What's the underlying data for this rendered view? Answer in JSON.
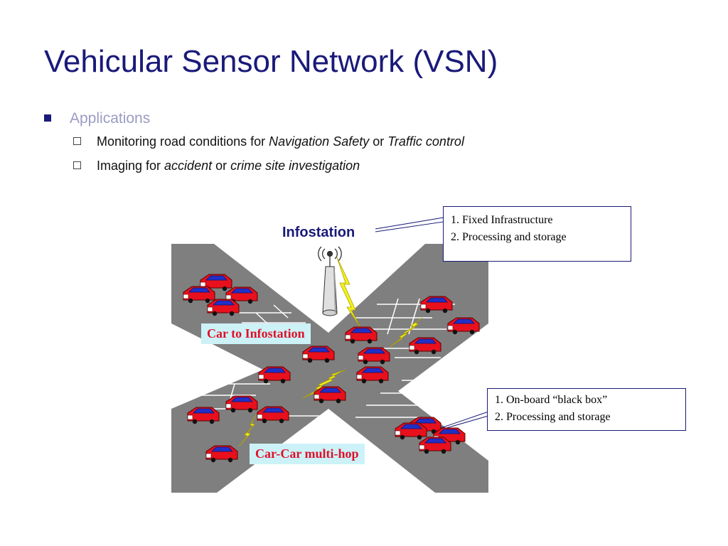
{
  "slide": {
    "title": "Vehicular Sensor Network (VSN)",
    "bullet": "Applications",
    "sub1": {
      "prefix": "Monitoring road conditions for ",
      "em1": "Navigation Safety",
      "mid": " or ",
      "em2": "Traffic control"
    },
    "sub2": {
      "prefix": "Imaging for ",
      "em1": "accident",
      "mid": " or ",
      "em2": "crime site investigation"
    }
  },
  "diagram": {
    "infostation_label": "Infostation",
    "infra_box": [
      "1. Fixed Infrastructure",
      "2. Processing and storage"
    ],
    "car_box": [
      "1. On-board “black box”",
      "2. Processing  and  storage"
    ],
    "car_to_info_label": "Car to Infostation",
    "car_car_label": "Car-Car multi-hop",
    "colors": {
      "road": "#7f7f7f",
      "car_body": "#e8101c",
      "car_window": "#2030c8",
      "lightning": "#f2f21a",
      "title": "#1a1a7a",
      "label_bg": "#ccf2f7",
      "label_text": "#e0102a"
    }
  }
}
